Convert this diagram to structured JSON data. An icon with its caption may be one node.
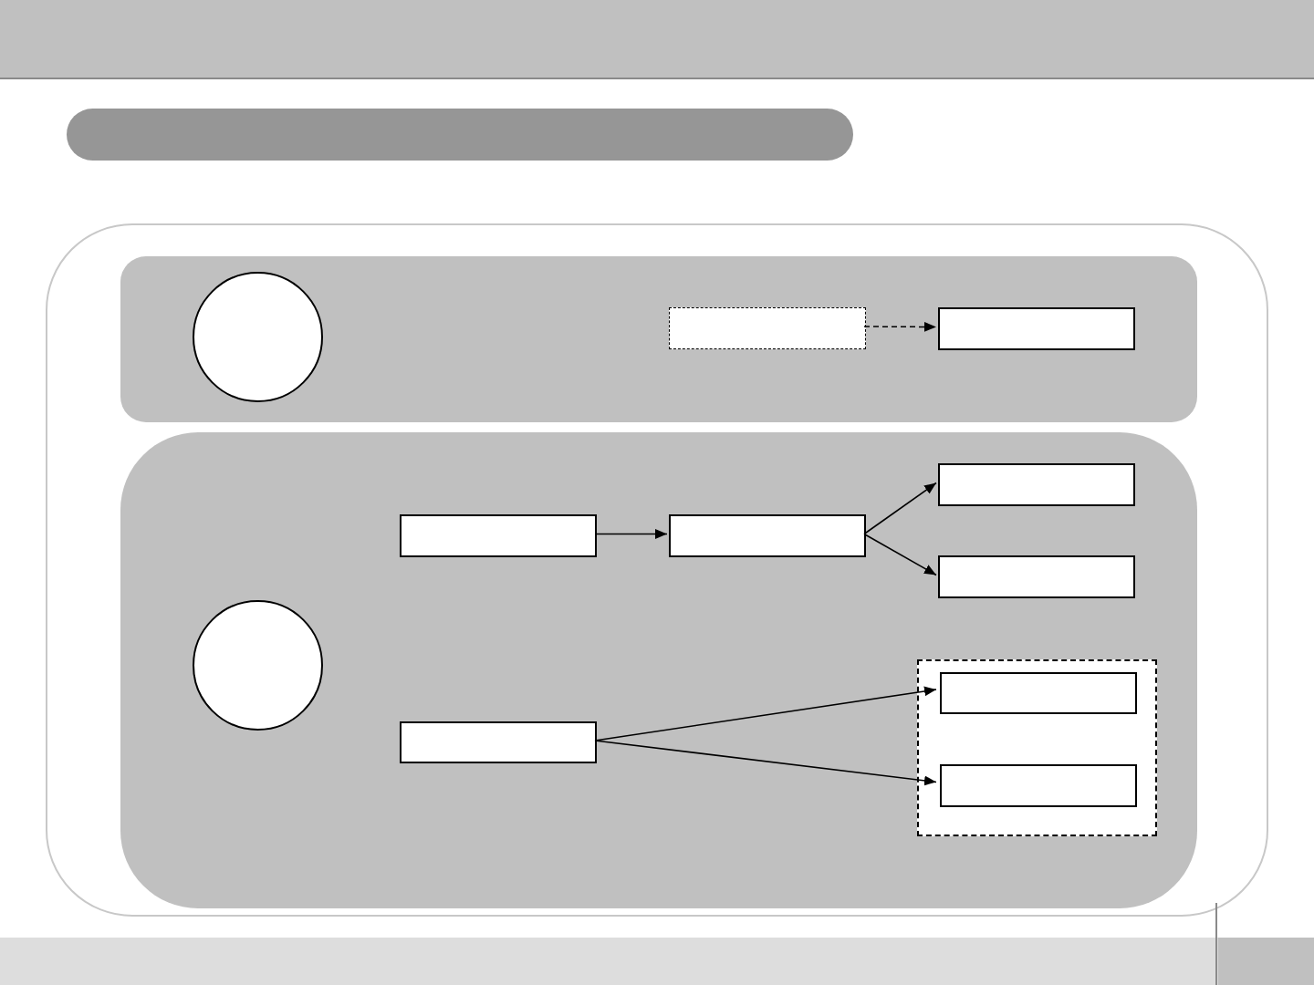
{
  "diagram": {
    "nodes": [
      {
        "text": [],
        "shape": "box"
      },
      {
        "text": [],
        "shape": "box"
      },
      {
        "text": [],
        "shape": "box",
        "in": 1
      },
      {
        "text": [],
        "shape": "circle",
        "in": 2
      },
      {
        "text": [],
        "shape": "box",
        "in": 2
      },
      {
        "text": [],
        "shape": "box",
        "in": 2
      },
      {
        "text": [],
        "shape": "box",
        "in": 1
      },
      {
        "text": [],
        "shape": "circle",
        "in": 6
      },
      {
        "text": [],
        "shape": "box",
        "in": 6
      },
      {
        "text": [],
        "shape": "box",
        "in": 6
      },
      {
        "text": [],
        "shape": "box",
        "in": 6
      },
      {
        "text": [],
        "shape": "box",
        "in": 6
      },
      {
        "text": [],
        "shape": "box",
        "in": 6
      },
      {
        "text": [],
        "shape": "box",
        "in": 6
      },
      {
        "text": [],
        "shape": "box",
        "in": 13
      },
      {
        "text": [],
        "shape": "box",
        "in": 13
      }
    ],
    "edges": [
      {
        "from": 4,
        "to": 5,
        "arrow": "to",
        "style": "dashed"
      },
      {
        "from": 8,
        "to": 9,
        "arrow": "to"
      },
      {
        "from": 9,
        "to": 10,
        "arrow": "to"
      },
      {
        "from": 9,
        "to": 11,
        "arrow": "to"
      },
      {
        "from": 12,
        "to": 14,
        "arrow": "to"
      },
      {
        "from": 12,
        "to": 15,
        "arrow": "to"
      }
    ]
  }
}
